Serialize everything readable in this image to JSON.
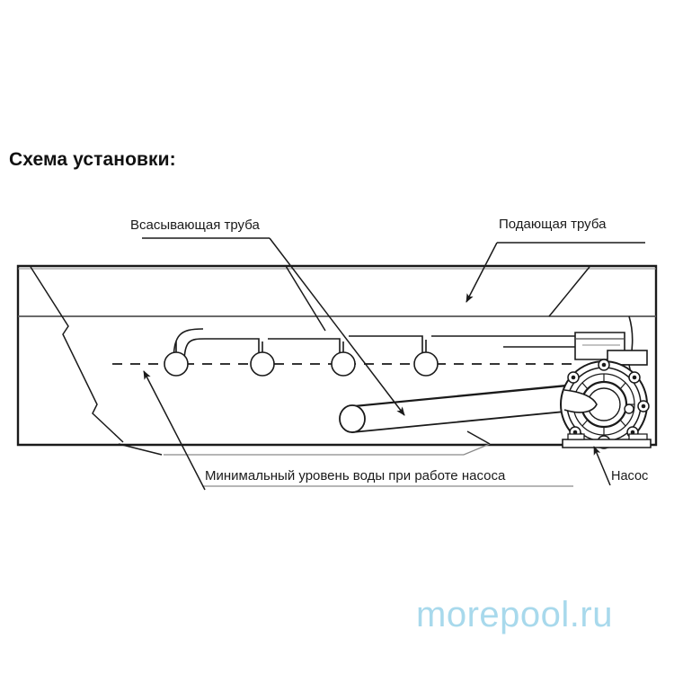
{
  "page": {
    "title": "Схема установки:",
    "background_color": "#ffffff",
    "line_color": "#1a1a1a"
  },
  "diagram": {
    "name": "pool-pump-installation-schematic",
    "labels": {
      "suction_pipe": "Всасывающая труба",
      "supply_pipe": "Подающая труба",
      "min_water_level": "Минимальный уровень воды при работе насоса",
      "pump": "Насос"
    },
    "components": {
      "pool_basin": "pool-basin-outline",
      "coping_band": "pool-coping-band",
      "water_line": "minimum-water-level-dashed-line",
      "inlet_nozzles_count": 4,
      "suction_pipe": "suction-pipe-cylinder",
      "return_pipe": "return-pipe-elbow",
      "pump_assembly": "centrifugal-pump-assembly"
    }
  },
  "watermark": {
    "text": "morepool.ru",
    "color": "#a8d9ec"
  }
}
